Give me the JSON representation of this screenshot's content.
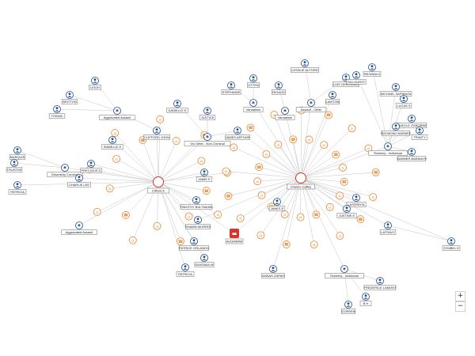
{
  "colors": {
    "person": "#1f4e8c",
    "location": "#e8832a",
    "phone": "#e8832a",
    "hub": "#d6352b",
    "vehicle": "#d6352b",
    "edge": "#c4c4c4"
  },
  "controls": {
    "zoom_in": "+",
    "zoom_out": "−"
  },
  "nodes": [
    {
      "id": "h1",
      "type": "hub",
      "label": "Clifford E"
    },
    {
      "id": "h2",
      "type": "hub",
      "label": "Charles Gaffey"
    },
    {
      "id": "car",
      "type": "vehicle",
      "label": "AUDI/BMW"
    },
    {
      "id": "p_leigh",
      "type": "person",
      "label": "LEIGH"
    },
    {
      "id": "p_britton",
      "type": "person",
      "label": "BRITTON"
    },
    {
      "id": "p_titanic",
      "type": "person",
      "label": "TITANIC"
    },
    {
      "id": "a_agg1",
      "type": "org",
      "label": "Aggravated Assault"
    },
    {
      "id": "p_danielle",
      "type": "person",
      "label": "DANIELLE E"
    },
    {
      "id": "p_justice",
      "type": "person",
      "label": "JUSTICE"
    },
    {
      "id": "p_clifford2",
      "type": "person",
      "label": "CLIFFORD JOHN"
    },
    {
      "id": "p_isabelle",
      "type": "person",
      "label": "ISABELLE E"
    },
    {
      "id": "o_otc",
      "type": "org",
      "label": "Vol Other - Non-Criminal"
    },
    {
      "id": "p_james",
      "type": "person",
      "label": "JAMES ARTHUR"
    },
    {
      "id": "p_marquis",
      "type": "person",
      "label": "MARQUIS"
    },
    {
      "id": "p_trustee",
      "type": "person",
      "label": "TRUSTEE"
    },
    {
      "id": "o_dc",
      "type": "org",
      "label": "Disorderly Conduct"
    },
    {
      "id": "p_precious",
      "type": "person",
      "label": "PRECIOUS D"
    },
    {
      "id": "p_charlie",
      "type": "person",
      "label": "CHARLIE LEE"
    },
    {
      "id": "p_patricia",
      "type": "person",
      "label": "PATRICIA"
    },
    {
      "id": "a_agg2",
      "type": "org",
      "label": "Aggravated Assault"
    },
    {
      "id": "p_jamie",
      "type": "person",
      "label": "JAMIE E"
    },
    {
      "id": "p_timothy",
      "type": "person",
      "label": "TIMOTHY BULTMANN"
    },
    {
      "id": "p_shawn",
      "type": "person",
      "label": "SHAWN MORRIS"
    },
    {
      "id": "p_patrice",
      "type": "person",
      "label": "PATRICE ORLANDO"
    },
    {
      "id": "p_santana",
      "type": "person",
      "label": "SANTANA W"
    },
    {
      "id": "p_patricia2",
      "type": "person",
      "label": "PATRICIA"
    },
    {
      "id": "p_otten",
      "type": "person",
      "label": "OTTEN"
    },
    {
      "id": "p_stephanie",
      "type": "person",
      "label": "STEPHANIE"
    },
    {
      "id": "p_rigaud",
      "type": "person",
      "label": "RIGAUD"
    },
    {
      "id": "o_vandal",
      "type": "org",
      "label": "Vandalism"
    },
    {
      "id": "o_vandal2",
      "type": "org",
      "label": "Vandalism"
    },
    {
      "id": "o_assault",
      "type": "org",
      "label": "Assault - Other"
    },
    {
      "id": "p_lesslie",
      "type": "person",
      "label": "LESSLIE ALFORD"
    },
    {
      "id": "p_lawton",
      "type": "person",
      "label": "LAWTON"
    },
    {
      "id": "p_luis",
      "type": "person",
      "label": "LUIS GERONIMO"
    },
    {
      "id": "o_robbery",
      "type": "org",
      "label": "Robbery - Individual"
    },
    {
      "id": "p_sumner",
      "type": "person",
      "label": "SUMNER BARANOV"
    },
    {
      "id": "p_reginald",
      "type": "person",
      "label": "REGINALD"
    },
    {
      "id": "p_michael",
      "type": "person",
      "label": "MICHAEL SAPIENZA"
    },
    {
      "id": "p_lucas",
      "type": "person",
      "label": "LUCAS S"
    },
    {
      "id": "p_lavelle",
      "type": "person",
      "label": "LAVELLE OSBORNE"
    },
    {
      "id": "p_trinity",
      "type": "person",
      "label": "TRINITY"
    },
    {
      "id": "p_raymond",
      "type": "person",
      "label": "RAYMOND BARNES"
    },
    {
      "id": "p_gillhurst",
      "type": "person",
      "label": "GILLHURST"
    },
    {
      "id": "p_janes",
      "type": "person",
      "label": "JANES E"
    },
    {
      "id": "p_laterrita",
      "type": "person",
      "label": "LATERRITA"
    },
    {
      "id": "p_justine",
      "type": "person",
      "label": "JUSTINE E"
    },
    {
      "id": "p_latravy",
      "type": "person",
      "label": "LATRAVY"
    },
    {
      "id": "p_symbel",
      "type": "person",
      "label": "SYMBEL E"
    },
    {
      "id": "p_annah",
      "type": "person",
      "label": "ANNAH ZAPAH"
    },
    {
      "id": "o_robbery2",
      "type": "org",
      "label": "Robbery - Individual"
    },
    {
      "id": "p_frederick",
      "type": "person",
      "label": "FREDERICK LAMONT"
    },
    {
      "id": "p_coreen",
      "type": "person",
      "label": "COREEN"
    },
    {
      "id": "p_bh",
      "type": "person",
      "label": "B H"
    }
  ]
}
